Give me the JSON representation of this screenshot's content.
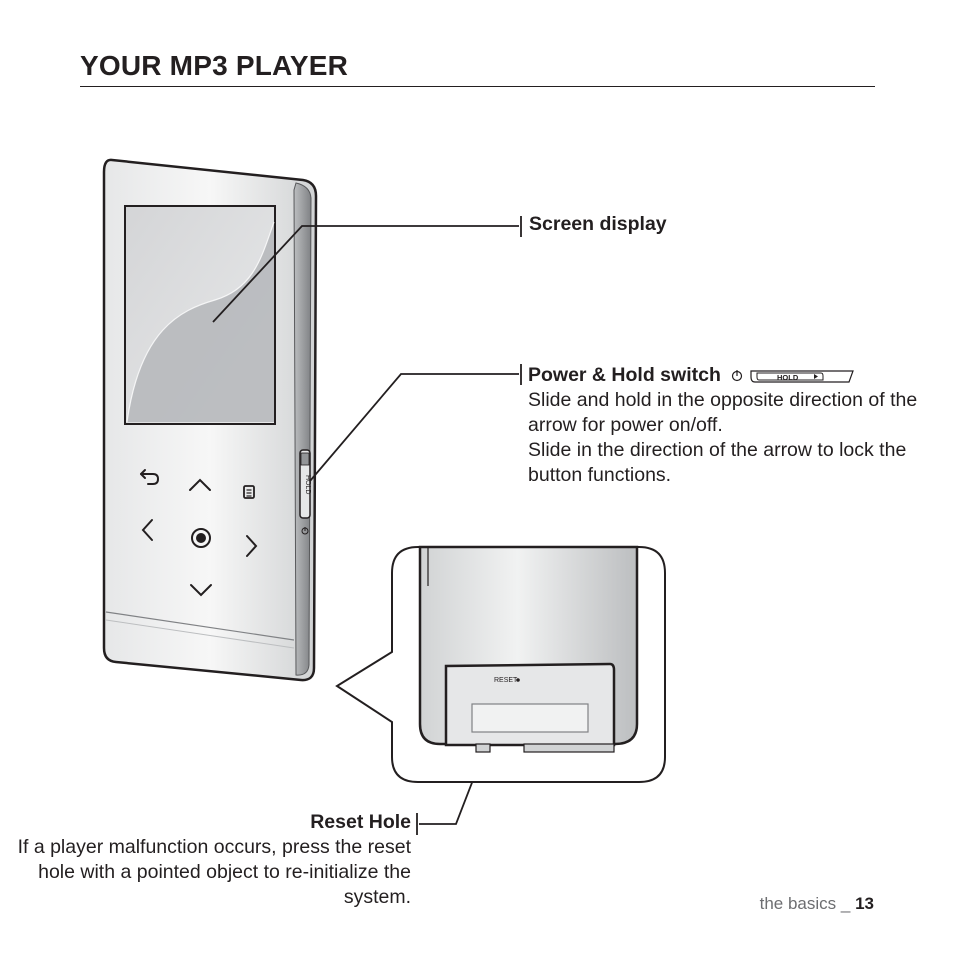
{
  "page": {
    "title": "YOUR MP3 PLAYER"
  },
  "callouts": {
    "screen": {
      "label": "Screen display"
    },
    "power": {
      "label": "Power & Hold switch",
      "desc_line1": "Slide and hold in the opposite direction of the arrow for power on/off.",
      "desc_line2": "Slide in the direction of the arrow to lock the button functions."
    },
    "reset": {
      "label": "Reset Hole",
      "desc": "If a player malfunction occurs, press the reset hole with a pointed object to re-initialize the system."
    }
  },
  "device": {
    "hold_text": "HOLD",
    "reset_text": "RESET",
    "icons": [
      "back-icon",
      "up-icon",
      "menu-icon",
      "left-icon",
      "select-icon",
      "right-icon",
      "down-icon",
      "power-icon"
    ]
  },
  "footer": {
    "section": "the basics _ ",
    "page_number": "13"
  }
}
